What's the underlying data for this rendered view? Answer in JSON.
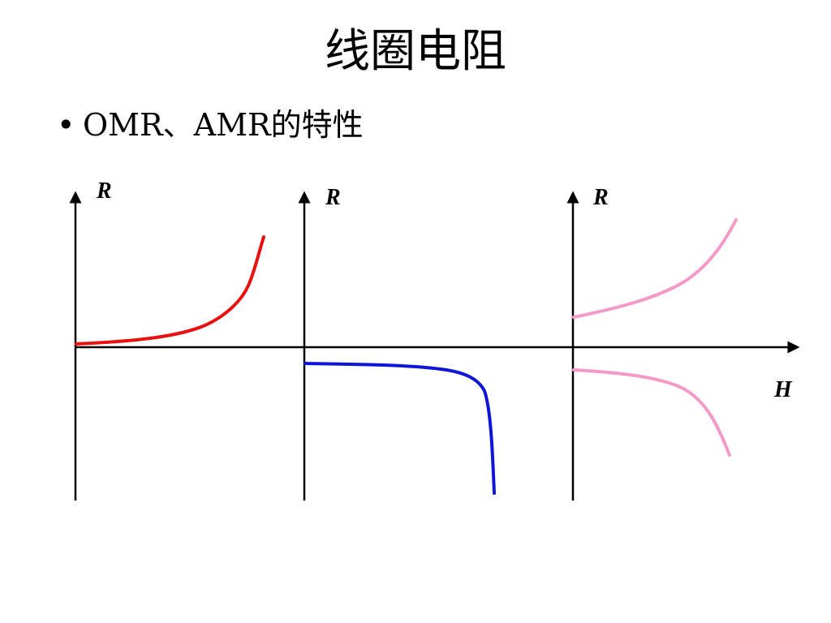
{
  "slide": {
    "title": "线圈电阻",
    "bullet": "OMR、AMR的特性",
    "bullet_symbol": "•"
  },
  "diagram": {
    "axes": {
      "y_labels": [
        "R",
        "R",
        "R"
      ],
      "x_label": "H"
    },
    "colors": {
      "axis": "#000000",
      "omr_curve": "#e8110f",
      "amr_curve": "#0f16d8",
      "pink_curves": "#f49ac8"
    }
  }
}
